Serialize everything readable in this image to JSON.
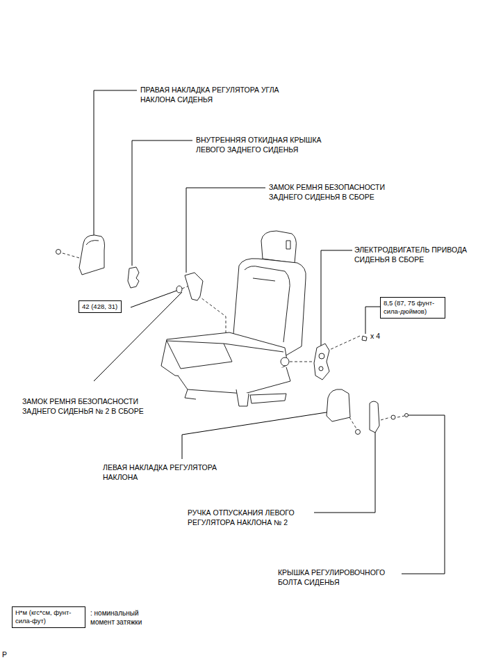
{
  "diagram": {
    "nodes": [
      {
        "text": [
          "42 (428, 31)"
        ]
      },
      {
        "text": [
          "8,5 (87, 75 фунт-сила-дюймов)"
        ]
      },
      {
        "text": [
          "Н*м (кгс*см, фунт-сила-фут)",
          ": номинальный момент затяжки"
        ]
      }
    ],
    "labels": [
      "ПРАВАЯ НАКЛАДКА РЕГУЛЯТОРА УГЛА НАКЛОНА СИДЕНЬЯ",
      "ВНУТРЕННЯЯ ОТКИДНАЯ КРЫШКА ЛЕВОГО ЗАДНЕГО СИДЕНЬЯ",
      "ЗАМОК РЕМНЯ БЕЗОПАСНОСТИ ЗАДНЕГО СИДЕНЬЯ В СБОРЕ",
      "ЭЛЕКТРОДВИГАТЕЛЬ ПРИВОДА СИДЕНЬЯ В СБОРЕ",
      "x 4",
      "ЗАМОК РЕМНЯ БЕЗОПАСНОСТИ ЗАДНЕГО СИДЕНЬЯ № 2 В СБОРЕ",
      "ЛЕВАЯ НАКЛАДКА РЕГУЛЯТОРА НАКЛОНА",
      "РУЧКА ОТПУСКАНИЯ ЛЕВОГО РЕГУЛЯТОРА НАКЛОНА № 2",
      "КРЫШКА РЕГУЛИРОВОЧНОГО БОЛТА СИДЕНЬЯ",
      "P"
    ]
  }
}
